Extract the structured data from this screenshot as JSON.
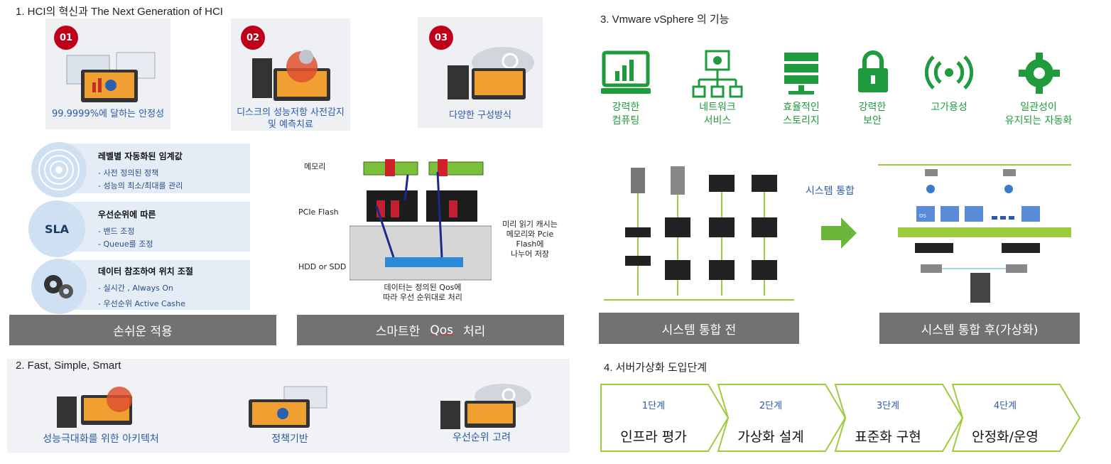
{
  "section1": {
    "title": "1. HCI의 혁신과 The Next Generation of HCI",
    "cards": [
      {
        "num": "01",
        "label": "99.9999%에 달하는 안정성"
      },
      {
        "num": "02",
        "label_line1": "디스크의 성능저항 사전감지",
        "label_line2": "및 예측치료"
      },
      {
        "num": "03",
        "label": "다양한 구성방식"
      }
    ],
    "features": [
      {
        "head": "레벨별 자동화된 임계값",
        "sub1": "- 사전 정의된 정책",
        "sub2": "- 성능의 최소/최대를 관리"
      },
      {
        "bubble": "SLA",
        "head": "우선순위에 따른",
        "sub1": "- 밴드 조정",
        "sub2": "- Queue를 조정"
      },
      {
        "head": "데이터 참조하여 위치 조절",
        "sub1": "- 실시간 , Always On",
        "sub2": "- 우선순위 Active Cashe"
      }
    ],
    "qos": {
      "mem_label": "메모리",
      "pcie_label": "PCIe Flash",
      "hdd_label": "HDD or SDD",
      "note_line1": "미리 읽기 캐시는",
      "note_line2": "메모리와 Pcie",
      "note_line3": "Flash에",
      "note_line4": "나누어 저장",
      "bottom_line1": "데이터는 정의된 Qos에",
      "bottom_line2": "따라 우선 순위대로 처리"
    },
    "bar_left": "손쉬운 적용",
    "bar_right_a": "스마트한",
    "bar_right_b": "Qos",
    "bar_right_c": "처리"
  },
  "section2": {
    "title": "2. Fast, Simple, Smart",
    "items": [
      "성능극대화를 위한 아키텍처",
      "정책기반",
      "우선순위 고려"
    ]
  },
  "section3": {
    "title": "3. Vmware vSphere 의 기능",
    "features": [
      {
        "icon": "chart-monitor-icon",
        "line1": "강력한",
        "line2": "컴퓨팅"
      },
      {
        "icon": "network-icon",
        "line1": "네트워크",
        "line2": "서비스"
      },
      {
        "icon": "server-stack-icon",
        "line1": "효율적인",
        "line2": "스토리지"
      },
      {
        "icon": "lock-icon",
        "line1": "강력한",
        "line2": "보안"
      },
      {
        "icon": "wireless-icon",
        "line1": "고가용성",
        "line2": ""
      },
      {
        "icon": "gear-icon",
        "line1": "일관성이",
        "line2": "유지되는 자동화"
      }
    ],
    "integration_label": "시스템 통합",
    "vm_label": "OS",
    "bar_before": "시스템 통합 전",
    "bar_after": "시스템 통합 후(가상화)"
  },
  "section4": {
    "title": "4. 서버가상화 도입단계",
    "steps": [
      {
        "top": "1단계",
        "bottom": "인프라 평가"
      },
      {
        "top": "2단계",
        "bottom": "가상화 설계"
      },
      {
        "top": "3단계",
        "bottom": "표준화 구현"
      },
      {
        "top": "4단계",
        "bottom": "안정화/운영"
      }
    ]
  },
  "colors": {
    "accent_green": "#1f9a3c",
    "accent_red": "#c0001a",
    "text_blue": "#2a5aa8",
    "bar_grey": "#727272",
    "lime": "#9ccc3c"
  }
}
